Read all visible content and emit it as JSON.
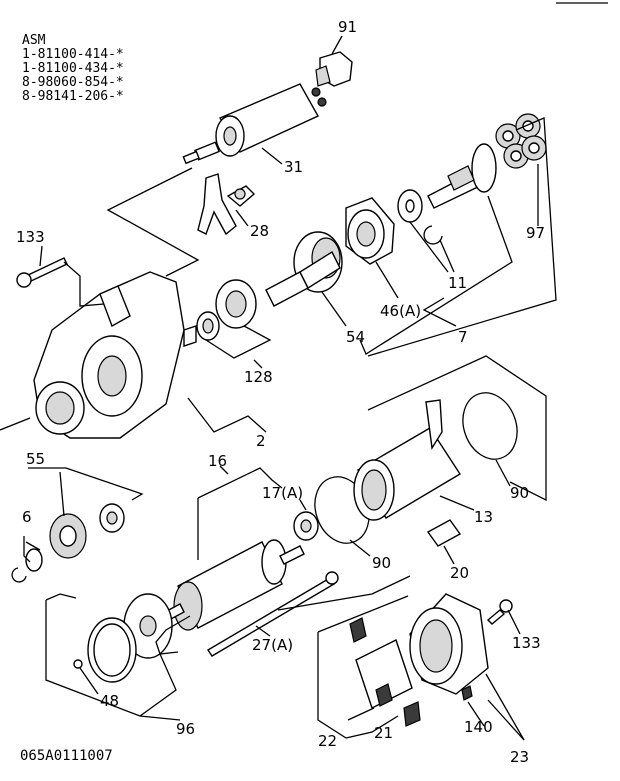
{
  "header": {
    "title": "ASM",
    "part_numbers": [
      "1-81100-414-*",
      "1-81100-434-*",
      "8-98060-854-*",
      "8-98141-206-*"
    ]
  },
  "footer": {
    "code": "065A0111007"
  },
  "callouts": [
    {
      "id": "c91",
      "text": "91"
    },
    {
      "id": "c31",
      "text": "31"
    },
    {
      "id": "c28",
      "text": "28"
    },
    {
      "id": "c133a",
      "text": "133"
    },
    {
      "id": "c97",
      "text": "97"
    },
    {
      "id": "c11",
      "text": "11"
    },
    {
      "id": "c46a",
      "text": "46(A)"
    },
    {
      "id": "c54",
      "text": "54"
    },
    {
      "id": "c7",
      "text": "7"
    },
    {
      "id": "c128",
      "text": "128"
    },
    {
      "id": "c2",
      "text": "2"
    },
    {
      "id": "c55",
      "text": "55"
    },
    {
      "id": "c16",
      "text": "16"
    },
    {
      "id": "c17a",
      "text": "17(A)"
    },
    {
      "id": "c6",
      "text": "6"
    },
    {
      "id": "c90a",
      "text": "90"
    },
    {
      "id": "c90b",
      "text": "90"
    },
    {
      "id": "c13",
      "text": "13"
    },
    {
      "id": "c20",
      "text": "20"
    },
    {
      "id": "c27a",
      "text": "27(A)"
    },
    {
      "id": "c133b",
      "text": "133"
    },
    {
      "id": "c48",
      "text": "48"
    },
    {
      "id": "c96",
      "text": "96"
    },
    {
      "id": "c140",
      "text": "140"
    },
    {
      "id": "c22",
      "text": "22"
    },
    {
      "id": "c21",
      "text": "21"
    },
    {
      "id": "c23",
      "text": "23"
    }
  ]
}
